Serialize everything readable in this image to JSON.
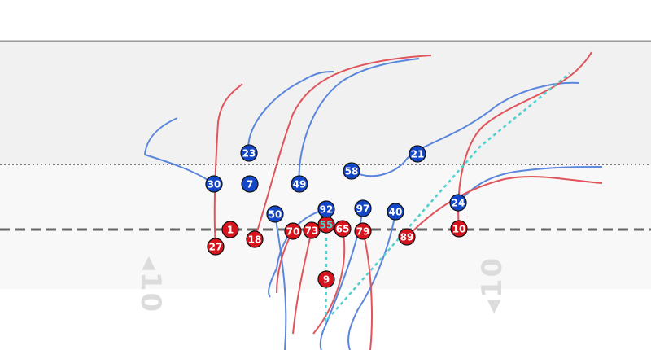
{
  "field": {
    "yard_labels": [
      "10",
      "10"
    ],
    "colors": {
      "offense": "#d7141d",
      "defense": "#1446c8",
      "offense_track": "#e0555c",
      "defense_track": "#5a86dc",
      "ball_route": "#4fd1d1",
      "line_of_scrimmage": "#666666"
    }
  },
  "offense": [
    "27",
    "1",
    "18",
    "70",
    "73",
    "55",
    "65",
    "79",
    "89",
    "10",
    "9"
  ],
  "defense": [
    "23",
    "30",
    "7",
    "49",
    "58",
    "21",
    "50",
    "92",
    "97",
    "40",
    "24"
  ]
}
